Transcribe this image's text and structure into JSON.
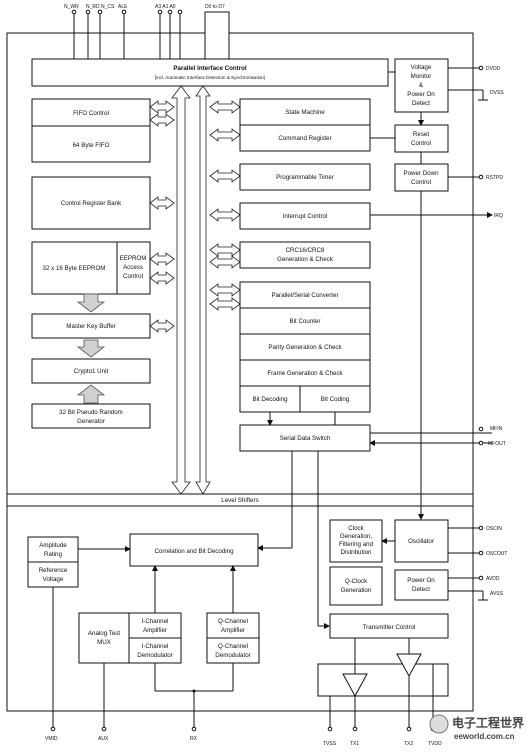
{
  "top_pins": {
    "n_wr": "N_WR",
    "n_rd": "N_RD",
    "n_cs": "N_CS",
    "ale": "ALE",
    "a3a0": "A3 A1 A0",
    "d0d7": "D0 to D7"
  },
  "right_pins": {
    "dvdd": "DVDD",
    "dvss": "DVSS",
    "reset": "RSTPD",
    "irq": "IRQ",
    "mfin": "MFIN",
    "mfout": "MFOUT",
    "oscin": "OSCIN",
    "oscout": "OSCOUT",
    "avdd": "AVDD",
    "avss": "AVSS"
  },
  "bottom_pins": {
    "vmid": "VMID",
    "aux": "AUX",
    "rx": "RX",
    "tvss": "TVSS",
    "tx1": "TX1",
    "tx2": "TX2",
    "tvdd": "TVDD"
  },
  "blocks": {
    "parallel_interface_title": "Parallel Interface Control",
    "parallel_interface_sub": "(incl. Automatic Interface Detection & Synchronisation)",
    "voltage_monitor": [
      "Voltage",
      "Monitor",
      "&",
      "Power On",
      "Detect"
    ],
    "fifo_control": "FIFO Control",
    "fifo": "64 Byte FIFO",
    "state_machine": "State Machine",
    "command_register": "Command Register",
    "reset_control": [
      "Reset",
      "Control"
    ],
    "power_down_control": [
      "Power Down",
      "Control"
    ],
    "programmable_timer": "Programmable Timer",
    "control_register_bank": "Control Register Bank",
    "interrupt_control": "Interrupt Control",
    "eeprom": "32 x 16 Byte EEPROM",
    "eeprom_access": [
      "EEPROM",
      "Access",
      "Control"
    ],
    "crc": [
      "CRC16/CRC8",
      "Generation & Check"
    ],
    "parallel_serial": "Parallel/Serial Converter",
    "bit_counter": "Bit Counter",
    "parity": "Parity Generation & Check",
    "frame": "Frame Generation & Check",
    "bit_decoding": "Bit Decoding",
    "bit_coding": "Bit Coding",
    "master_key_buffer": "Master Key Buffer",
    "crypto1": "Crypto1 Unit",
    "prng": [
      "32 Bit Pseudo Random",
      "Generator"
    ],
    "serial_data_switch": "Serial Data Switch",
    "level_shifters": "Level Shifters",
    "amplitude_rating": [
      "Amplitude",
      "Rating"
    ],
    "reference_voltage": [
      "Reference",
      "Voltage"
    ],
    "correlation": "Correlation and Bit Decoding",
    "clock_gen": [
      "Clock",
      "Generation,",
      "Filtering and",
      "Distribution"
    ],
    "oscillator": "Oscillator",
    "q_clock": [
      "Q-Clock",
      "Generation"
    ],
    "power_on_detect": [
      "Power On",
      "Detect"
    ],
    "analog_test_mux": [
      "Analog Test",
      "MUX"
    ],
    "i_amp": [
      "I-Channel",
      "Amplifier"
    ],
    "i_demod": [
      "I-Channel",
      "Demodulator"
    ],
    "q_amp": [
      "Q-Channel",
      "Amplifier"
    ],
    "q_demod": [
      "Q-Channel",
      "Demodulator"
    ],
    "transmitter_control": "Transmitter Control"
  },
  "watermark": {
    "text": "电子工程世界",
    "url": "eeworld.com.cn"
  }
}
